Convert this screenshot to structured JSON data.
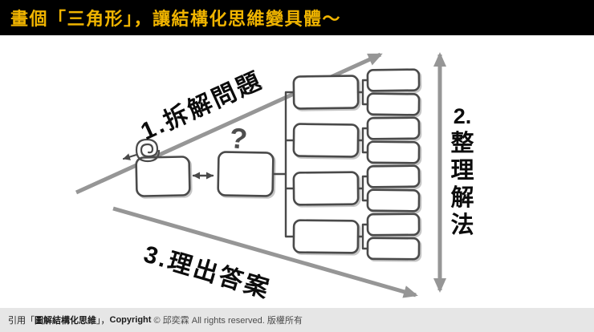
{
  "banner": {
    "title": "畫個「三角形」，讓結構化思維變具體～"
  },
  "diagram": {
    "step1_label": "1.拆解問題",
    "step2_lines": [
      "2.",
      "整",
      "理",
      "解",
      "法"
    ],
    "step3_label": "3.理出答案",
    "question_mark": "?",
    "icons": {
      "tangle": "tangled-scribble-icon",
      "swap": "left-right-arrow-icon",
      "edges": "triangle-edge-arrows"
    }
  },
  "footer": {
    "cite_prefix": "引用「",
    "cite_title": "圖解結構化思維",
    "cite_suffix": "」，",
    "copyright_label": "Copyright",
    "rights_text": " © 邱奕霖 All rights reserved. 版權所有"
  },
  "colors": {
    "banner_bg": "#000000",
    "banner_text": "#f0b400",
    "arrow_gray": "#969696",
    "sketch_ink": "#4a4a4a"
  }
}
